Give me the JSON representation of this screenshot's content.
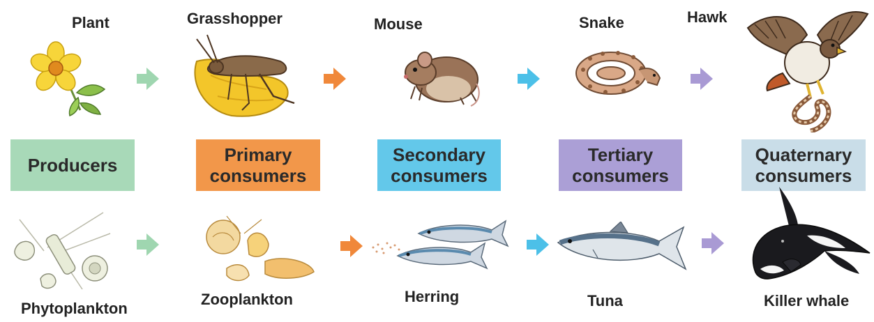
{
  "top_row": {
    "organisms": [
      "Plant",
      "Grasshopper",
      "Mouse",
      "Snake",
      "Hawk"
    ]
  },
  "levels": [
    {
      "line1": "Producers",
      "line2": "",
      "color": "#a8d9b8"
    },
    {
      "line1": "Primary",
      "line2": "consumers",
      "color": "#f2974a"
    },
    {
      "line1": "Secondary",
      "line2": "consumers",
      "color": "#63c8ea"
    },
    {
      "line1": "Tertiary",
      "line2": "consumers",
      "color": "#ab9fd6"
    },
    {
      "line1": "Quaternary",
      "line2": "consumers",
      "color": "#c9dde8"
    }
  ],
  "bottom_row": {
    "organisms": [
      "Phytoplankton",
      "Zooplankton",
      "Herring",
      "Tuna",
      "Killer whale"
    ]
  },
  "arrow_colors": [
    "#9fd6b0",
    "#f0883a",
    "#4cc0e8",
    "#a99ad4"
  ]
}
